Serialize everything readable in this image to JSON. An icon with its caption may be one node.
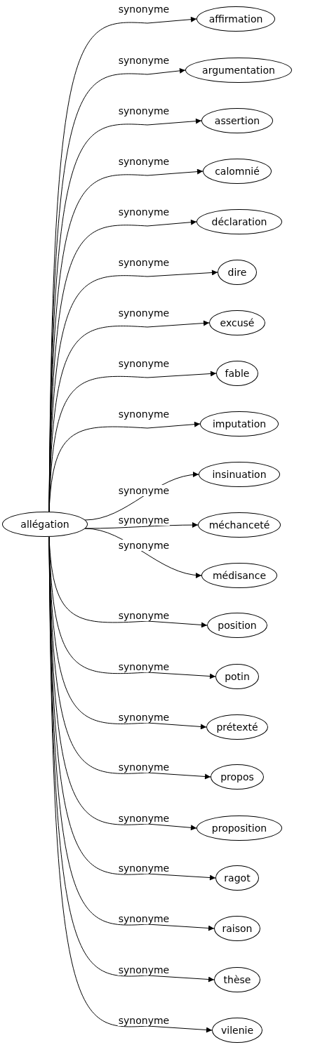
{
  "diagram": {
    "nodes": [
      {
        "text": [
          "allégation"
        ]
      },
      {
        "text": [
          "affirmation"
        ]
      },
      {
        "text": [
          "argumentation"
        ]
      },
      {
        "text": [
          "assertion"
        ]
      },
      {
        "text": [
          "calomnié"
        ]
      },
      {
        "text": [
          "déclaration"
        ]
      },
      {
        "text": [
          "dire"
        ]
      },
      {
        "text": [
          "excusé"
        ]
      },
      {
        "text": [
          "fable"
        ]
      },
      {
        "text": [
          "imputation"
        ]
      },
      {
        "text": [
          "insinuation"
        ]
      },
      {
        "text": [
          "méchanceté"
        ]
      },
      {
        "text": [
          "médisance"
        ]
      },
      {
        "text": [
          "position"
        ]
      },
      {
        "text": [
          "potin"
        ]
      },
      {
        "text": [
          "prétexté"
        ]
      },
      {
        "text": [
          "propos"
        ]
      },
      {
        "text": [
          "proposition"
        ]
      },
      {
        "text": [
          "ragot"
        ]
      },
      {
        "text": [
          "raison"
        ]
      },
      {
        "text": [
          "thèse"
        ]
      },
      {
        "text": [
          "vilenie"
        ]
      }
    ],
    "edges": [
      {
        "from": 0,
        "to": 1,
        "arrow": "to",
        "label": "synonyme"
      },
      {
        "from": 0,
        "to": 2,
        "arrow": "to",
        "label": "synonyme"
      },
      {
        "from": 0,
        "to": 3,
        "arrow": "to",
        "label": "synonyme"
      },
      {
        "from": 0,
        "to": 4,
        "arrow": "to",
        "label": "synonyme"
      },
      {
        "from": 0,
        "to": 5,
        "arrow": "to",
        "label": "synonyme"
      },
      {
        "from": 0,
        "to": 6,
        "arrow": "to",
        "label": "synonyme"
      },
      {
        "from": 0,
        "to": 7,
        "arrow": "to",
        "label": "synonyme"
      },
      {
        "from": 0,
        "to": 8,
        "arrow": "to",
        "label": "synonyme"
      },
      {
        "from": 0,
        "to": 9,
        "arrow": "to",
        "label": "synonyme"
      },
      {
        "from": 0,
        "to": 10,
        "arrow": "to",
        "label": "synonyme"
      },
      {
        "from": 0,
        "to": 11,
        "arrow": "to",
        "label": "synonyme"
      },
      {
        "from": 0,
        "to": 12,
        "arrow": "to",
        "label": "synonyme"
      },
      {
        "from": 0,
        "to": 13,
        "arrow": "to",
        "label": "synonyme"
      },
      {
        "from": 0,
        "to": 14,
        "arrow": "to",
        "label": "synonyme"
      },
      {
        "from": 0,
        "to": 15,
        "arrow": "to",
        "label": "synonyme"
      },
      {
        "from": 0,
        "to": 16,
        "arrow": "to",
        "label": "synonyme"
      },
      {
        "from": 0,
        "to": 17,
        "arrow": "to",
        "label": "synonyme"
      },
      {
        "from": 0,
        "to": 18,
        "arrow": "to",
        "label": "synonyme"
      },
      {
        "from": 0,
        "to": 19,
        "arrow": "to",
        "label": "synonyme"
      },
      {
        "from": 0,
        "to": 20,
        "arrow": "to",
        "label": "synonyme"
      },
      {
        "from": 0,
        "to": 21,
        "arrow": "to",
        "label": "synonyme"
      }
    ]
  }
}
